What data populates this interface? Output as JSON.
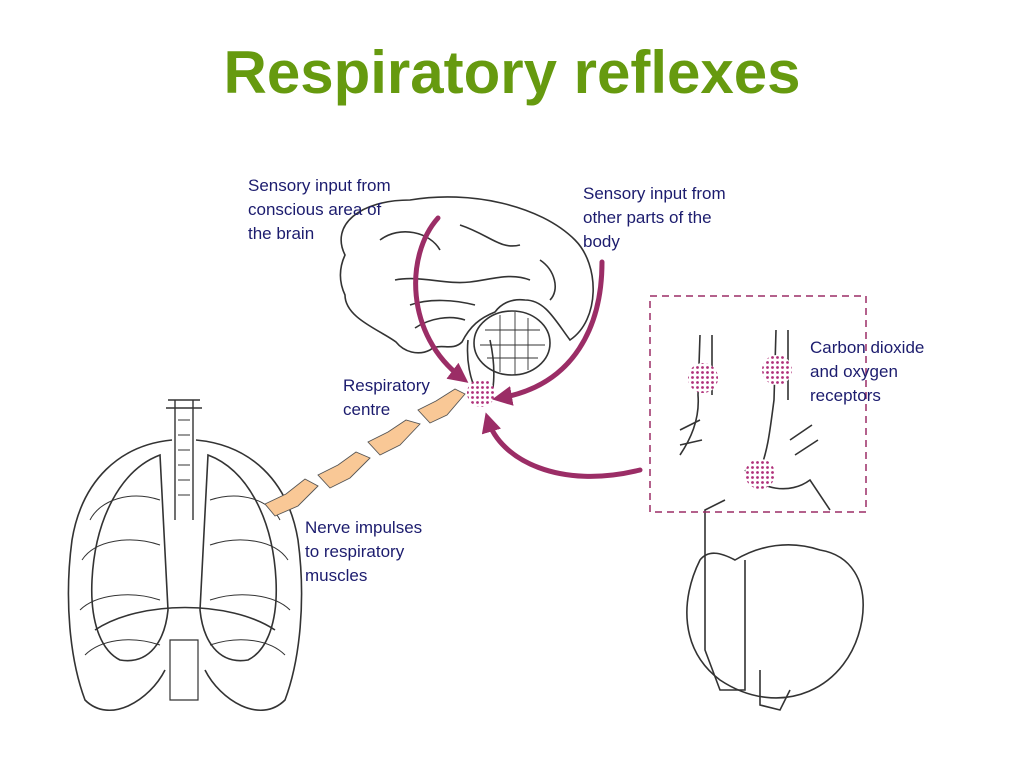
{
  "title": "Respiratory reflexes",
  "labels": {
    "conscious_brain": "Sensory input from\nconscious area of\nthe brain",
    "other_body": "Sensory input from\nother parts of the\nbody",
    "receptors": "Carbon dioxide\nand oxygen\nreceptors",
    "respiratory_centre": "Respiratory\ncentre",
    "nerve_impulses": "Nerve impulses\nto respiratory\nmuscles"
  },
  "colors": {
    "title": "#669a0f",
    "label_text": "#1c1c6e",
    "pathway_arrow": "#9b2d66",
    "receptor_dot": "#b0307a",
    "impulse_chevron": "#f9c896",
    "outline": "#333333"
  }
}
